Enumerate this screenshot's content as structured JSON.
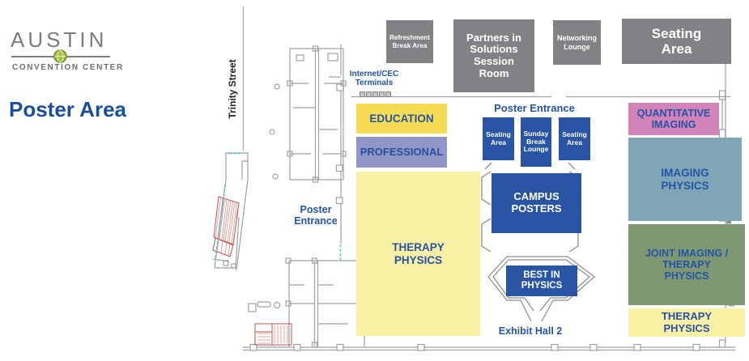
{
  "branding": {
    "logo_title": "AUSTIN",
    "logo_subtitle": "CONVENTION CENTER",
    "page_title": "Poster Area"
  },
  "map": {
    "street_label": "Trinity Street",
    "labels": {
      "internet_terminals": "Internet/CEC Terminals",
      "poster_entrance_top": "Poster Entrance",
      "poster_entrance_left": "Poster Entrance",
      "exhibit_hall": "Exhibit Hall 2"
    },
    "areas": {
      "refreshment_break": {
        "label": "Refreshment Break Area",
        "color": "#808285"
      },
      "partners_sessions": {
        "label": "Partners in Solutions Session Room",
        "color": "#808285"
      },
      "networking_lounge": {
        "label": "Networking Lounge",
        "color": "#808285"
      },
      "seating_area_top": {
        "label": "Seating Area",
        "color": "#808285"
      },
      "education": {
        "label": "EDUCATION",
        "color": "#F6DC55"
      },
      "professional": {
        "label": "PROFESSIONAL",
        "color": "#9097C8"
      },
      "therapy_physics_left": {
        "label": "THERAPY PHYSICS",
        "color": "#F9EFA5"
      },
      "seating_area_1": {
        "label": "Seating Area",
        "color": "#2A55A4"
      },
      "sunday_break_lounge": {
        "label": "Sunday Break Lounge",
        "color": "#2A55A4"
      },
      "seating_area_2": {
        "label": "Seating Area",
        "color": "#2A55A4"
      },
      "campus_posters": {
        "label": "CAMPUS POSTERS",
        "color": "#2A55A4"
      },
      "best_in_physics": {
        "label": "BEST IN PHYSICS",
        "color": "#2A55A4"
      },
      "quantitative_imaging": {
        "label": "QUANTITATIVE IMAGING",
        "color": "#D283B9"
      },
      "imaging_physics": {
        "label": "IMAGING PHYSICS",
        "color": "#7FA5B7"
      },
      "joint_imaging_therapy": {
        "label": "JOINT IMAGING / THERAPY PHYSICS",
        "color": "#7E9873"
      },
      "therapy_physics_right": {
        "label": "THERAPY PHYSICS",
        "color": "#F9EFA5"
      }
    }
  },
  "colors": {
    "label_blue": "#2454A4",
    "title_blue": "#1B4F9C",
    "wall_gray": "#9FA1A4",
    "escalator_red": "#C0504A",
    "entrance_cyan": "#45C6E8",
    "logo_gray": "#7A7C7F",
    "logo_green": "#A2C13C"
  }
}
